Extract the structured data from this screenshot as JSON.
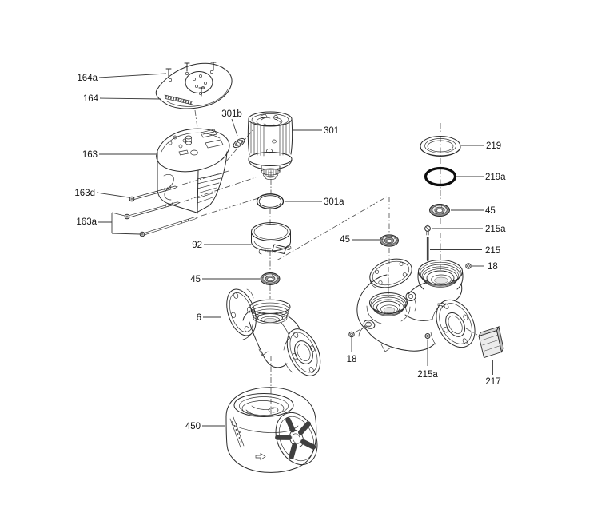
{
  "diagram": {
    "kind": "exploded-view parts diagram",
    "description": "Line-art exploded drawing of a circulator pump: control box with cover, motor/stator, O-rings, clamp, bearing rings, single and twin pump housings, screws, plugs, nameplate and insulation shell",
    "colors": {
      "background": "#ffffff",
      "line": "#2b2b2b",
      "leader": "#3a3a3a",
      "label_text": "#141414",
      "oring_bold": "#0d0d0d",
      "ring_shade_dark": "#8e8e8e",
      "ring_shade_mid": "#9a9a9a",
      "ring_shade_light": "#f0f0f0",
      "nameplate_fill": "#ececec"
    }
  },
  "callouts": [
    {
      "id": "164a",
      "text": "164a"
    },
    {
      "id": "164",
      "text": "164"
    },
    {
      "id": "163",
      "text": "163"
    },
    {
      "id": "163d",
      "text": "163d"
    },
    {
      "id": "163a",
      "text": "163a"
    },
    {
      "id": "301b",
      "text": "301b"
    },
    {
      "id": "301",
      "text": "301"
    },
    {
      "id": "301a",
      "text": "301a"
    },
    {
      "id": "92",
      "text": "92"
    },
    {
      "id": "45-left",
      "text": "45"
    },
    {
      "id": "6",
      "text": "6"
    },
    {
      "id": "450",
      "text": "450"
    },
    {
      "id": "219",
      "text": "219"
    },
    {
      "id": "219a",
      "text": "219a"
    },
    {
      "id": "45-right",
      "text": "45"
    },
    {
      "id": "215a-upper",
      "text": "215a"
    },
    {
      "id": "215",
      "text": "215"
    },
    {
      "id": "18-upper",
      "text": "18"
    },
    {
      "id": "45-mid",
      "text": "45"
    },
    {
      "id": "18-lower",
      "text": "18"
    },
    {
      "id": "215a-lower",
      "text": "215a"
    },
    {
      "id": "217",
      "text": "217"
    }
  ]
}
